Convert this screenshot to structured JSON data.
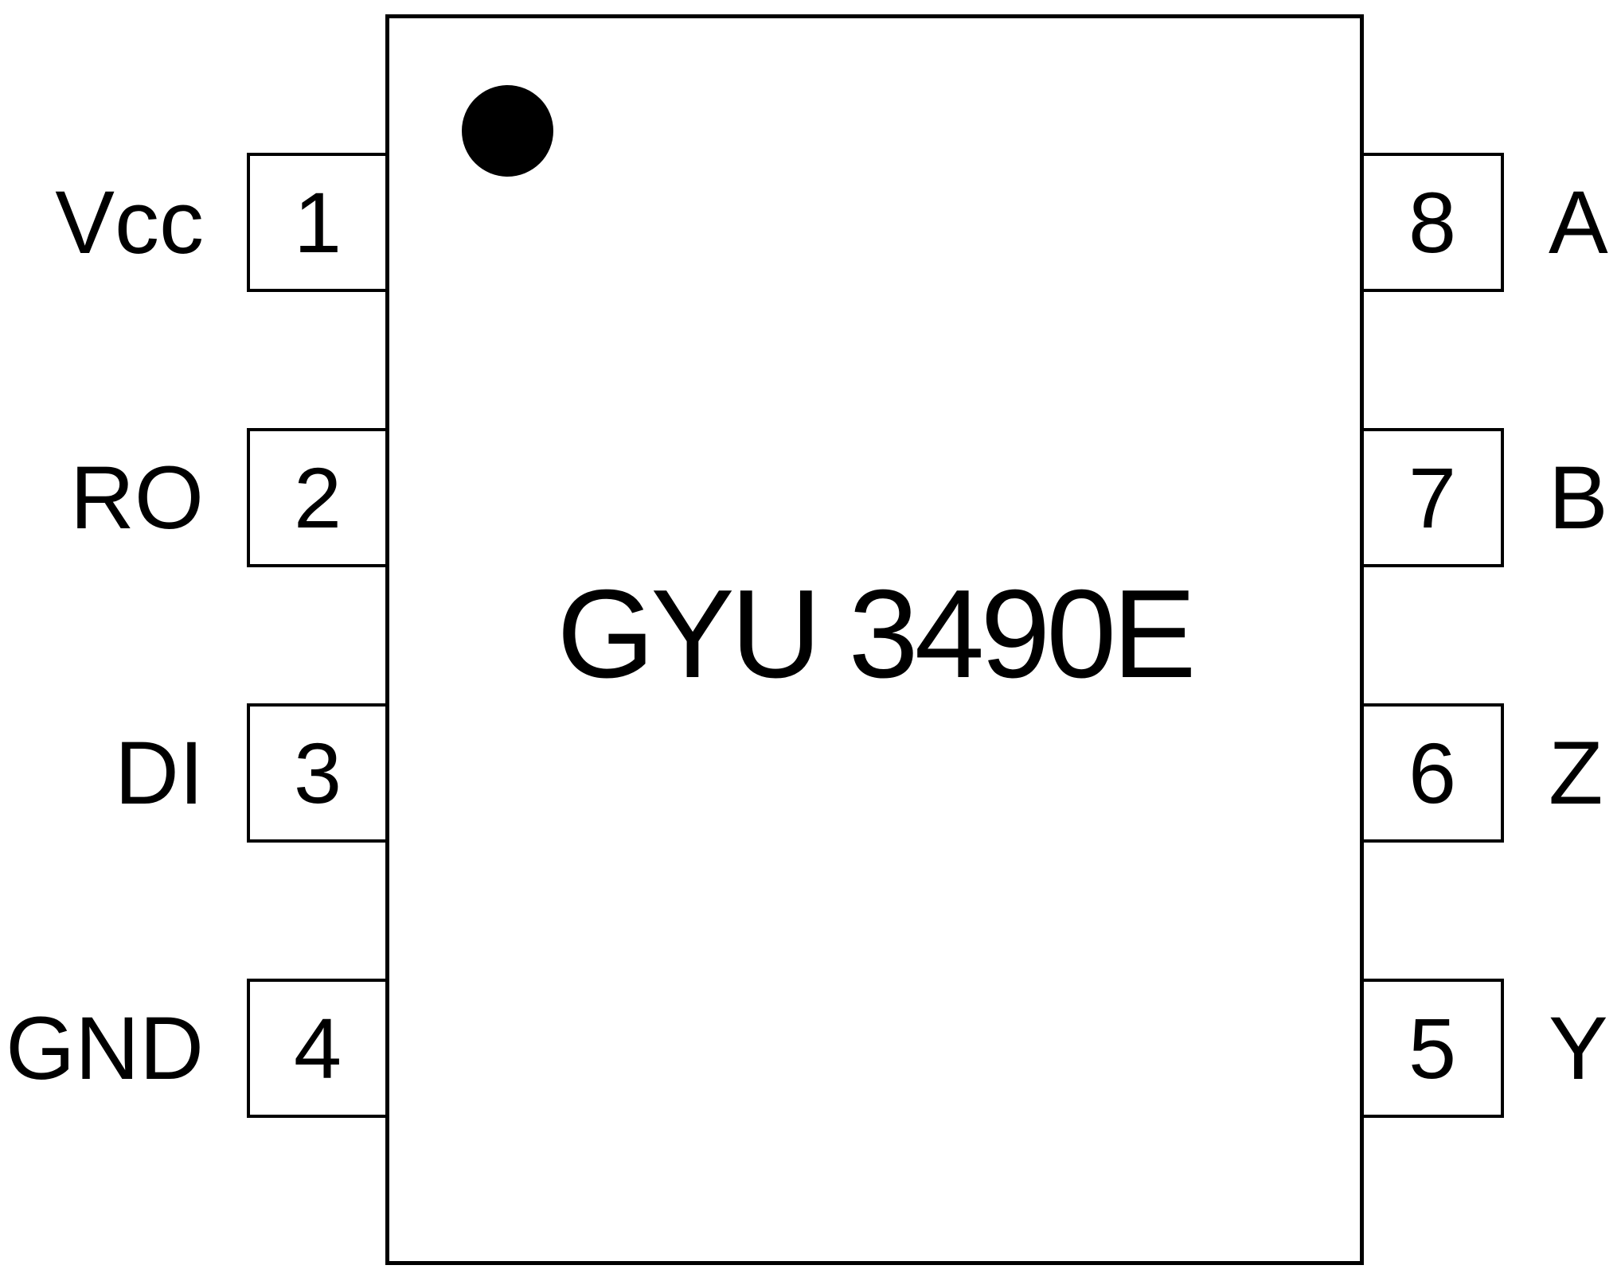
{
  "chip": {
    "name": "GYU 3490E"
  },
  "pins": {
    "left": [
      {
        "number": "1",
        "label": "Vcc"
      },
      {
        "number": "2",
        "label": "RO"
      },
      {
        "number": "3",
        "label": "DI"
      },
      {
        "number": "4",
        "label": "GND"
      }
    ],
    "right": [
      {
        "number": "8",
        "label": "A"
      },
      {
        "number": "7",
        "label": "B"
      },
      {
        "number": "6",
        "label": "Z"
      },
      {
        "number": "5",
        "label": "Y"
      }
    ]
  },
  "marker": {
    "shape": "pin1-indicator-dot"
  },
  "colors": {
    "line": "#000000",
    "background": "#ffffff",
    "marker": "#000000"
  }
}
